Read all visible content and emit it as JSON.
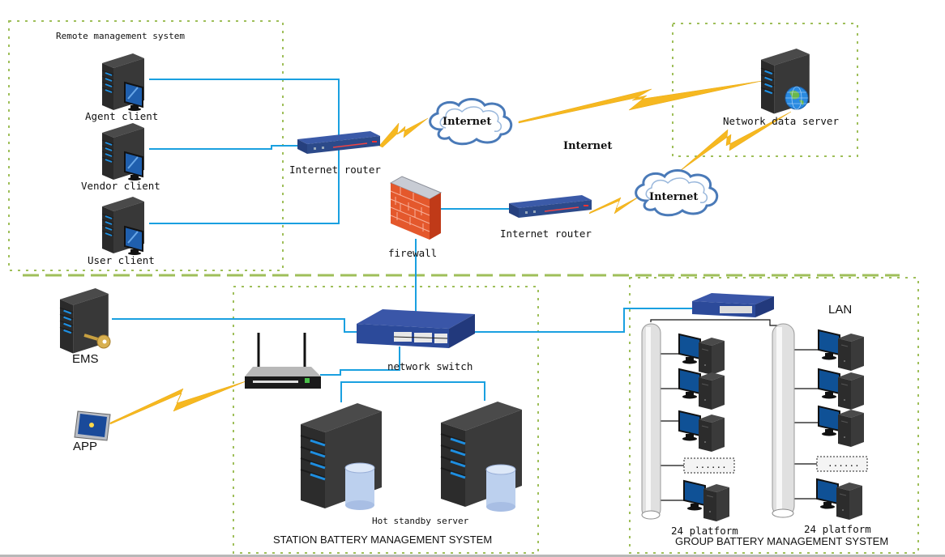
{
  "title": "Battery management system network architecture",
  "groups": {
    "remote": {
      "label": "Remote management system"
    },
    "station": {
      "label": "STATION BATTERY MANAGEMENT SYSTEM"
    },
    "group": {
      "label": "GROUP BATTERY MANAGEMENT SYSTEM"
    }
  },
  "clients": [
    {
      "label": "Agent client"
    },
    {
      "label": "Vendor client"
    },
    {
      "label": "User client"
    }
  ],
  "routers": [
    {
      "label": "Internet router"
    },
    {
      "label": "Internet router"
    }
  ],
  "clouds": [
    {
      "label": "Internet"
    },
    {
      "label": "Internet"
    }
  ],
  "internet_label": "Internet",
  "network_data_server": {
    "label": "Network data server"
  },
  "firewall": {
    "label": "firewall"
  },
  "network_switch": {
    "label": "network switch"
  },
  "ems": {
    "label": "EMS"
  },
  "app": {
    "label": "APP"
  },
  "hot_standby": {
    "label": "Hot standby server"
  },
  "lan": {
    "label": "LAN"
  },
  "platforms": [
    {
      "label": "24 platform"
    },
    {
      "label": "24 platform"
    }
  ],
  "ellipsis": "......",
  "colors": {
    "wire": "#1aa0e0",
    "group_border": "#9fbf5a",
    "bolt": "#f6b820",
    "server_body": "#2f2f2f",
    "device_blue": "#2c4a8a"
  }
}
